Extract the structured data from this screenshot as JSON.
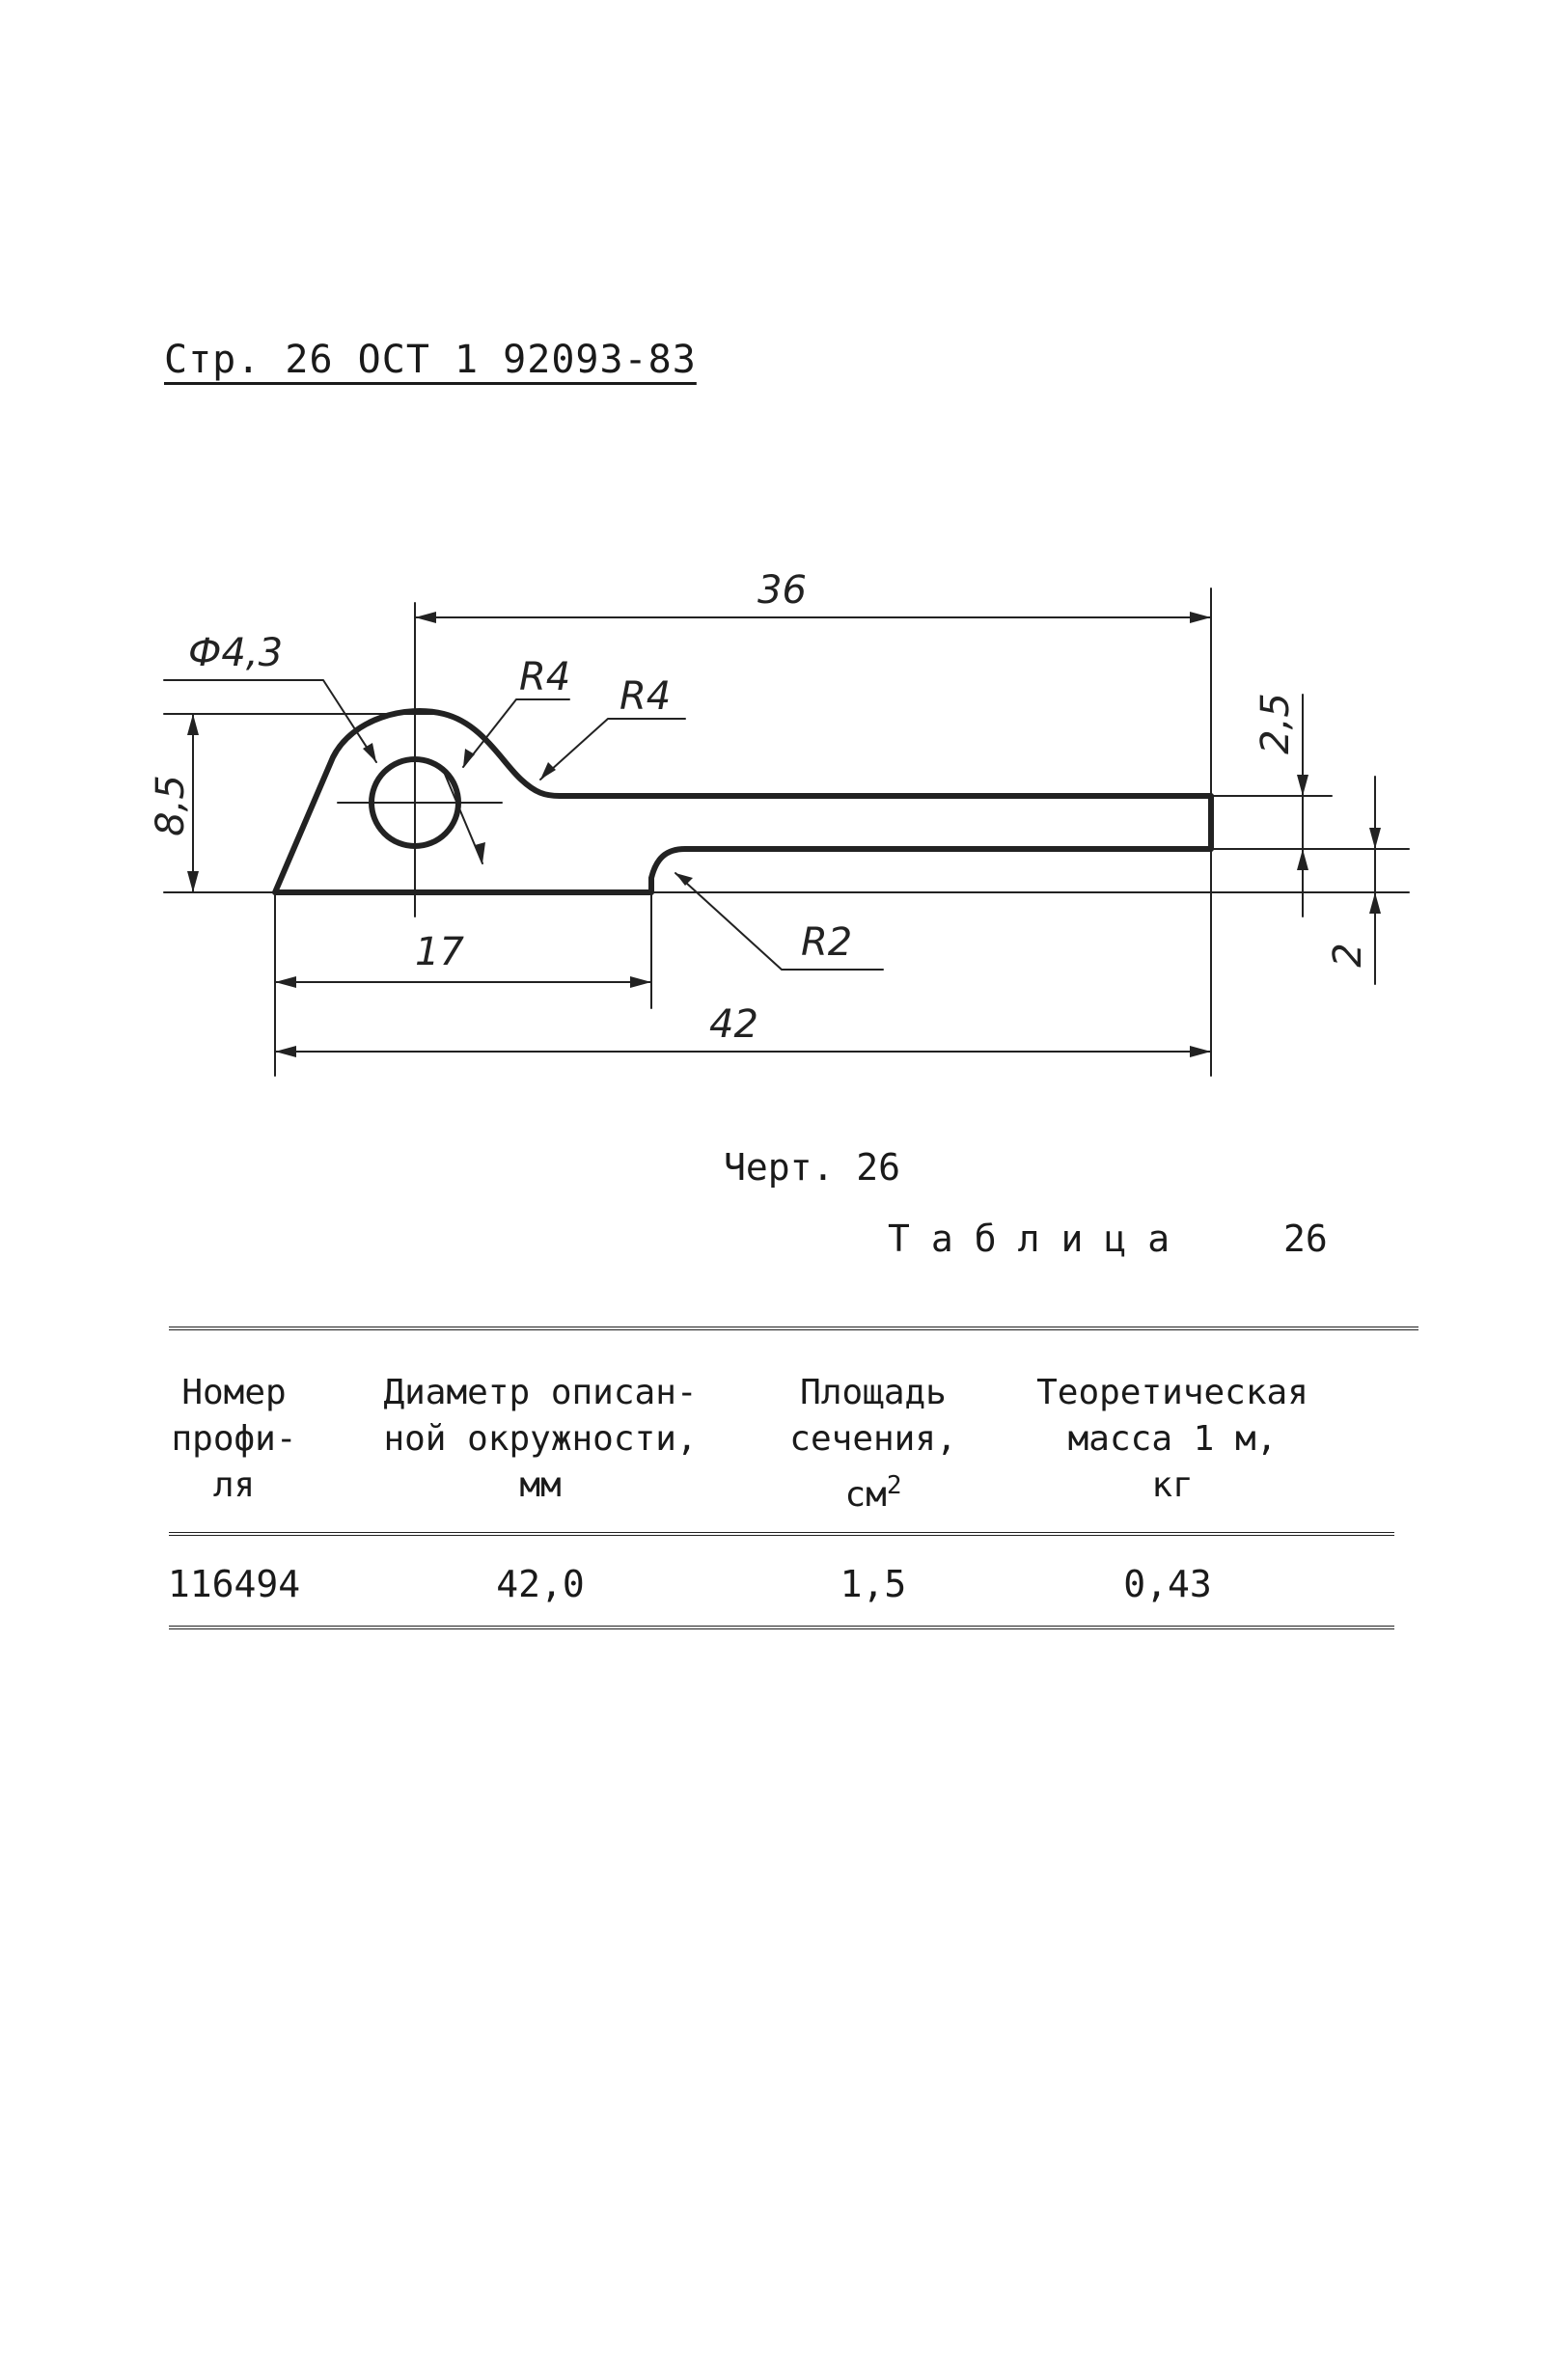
{
  "header": "Стр. 26 ОСТ 1 92093-83",
  "drawing": {
    "dim_36": "36",
    "dim_phi": "Ф4,3",
    "dim_r4_a": "R4",
    "dim_r4_b": "R4",
    "dim_8_5": "8,5",
    "dim_2_5": "2,5",
    "dim_2": "2",
    "dim_17": "17",
    "dim_r2": "R2",
    "dim_42": "42"
  },
  "caption": "Черт. 26",
  "table_title": "Таблица",
  "table_number": "26",
  "table": {
    "headers": {
      "profile": "Номер\nпрофи-\nля",
      "diameter": "Диаметр описан-\nной окружности,\nмм",
      "area_main": "Площадь\nсечения,\nсм",
      "area_sup": "2",
      "mass": "Теоретическая\nмасса 1 м,\nкг"
    },
    "row": {
      "profile": "116494",
      "diameter": "42,0",
      "area": "1,5",
      "mass": "0,43"
    }
  }
}
